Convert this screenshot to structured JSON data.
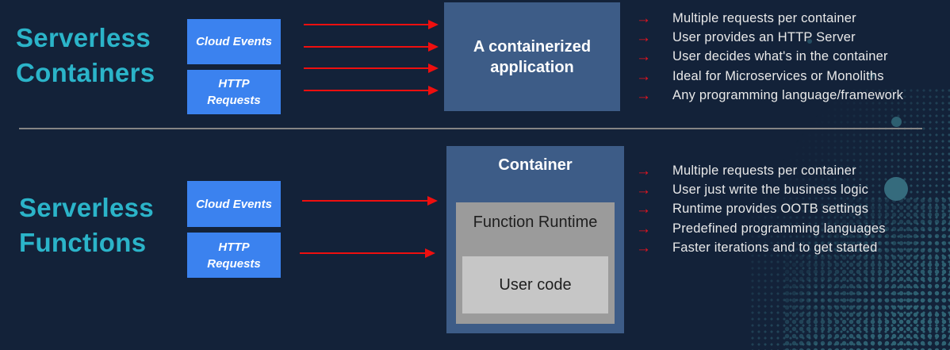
{
  "colors": {
    "background": "#132239",
    "accent_teal": "#2bb4c9",
    "source_box_blue": "#3b82ef",
    "panel_blue": "#3d5c87",
    "runtime_gray": "#9b9b9b",
    "user_code_gray": "#c6c6c6",
    "arrow_red": "#ee0f0f",
    "bullet_arrow_red": "#e8141f",
    "body_text": "#e9e9e9",
    "divider_gray": "#858585",
    "dot_teal": "#2f6374"
  },
  "bullet_icon": "→",
  "sections": {
    "containers": {
      "title_line1": "Serverless",
      "title_line2": "Containers",
      "source_boxes": [
        {
          "label": "Cloud Events"
        },
        {
          "label": "HTTP Requests"
        }
      ],
      "target_label": "A containerized application",
      "bullets": [
        "Multiple requests per container",
        "User provides an HTTP Server",
        "User decides what's in the container",
        "Ideal for Microservices or Monoliths",
        "Any programming language/framework"
      ]
    },
    "functions": {
      "title_line1": "Serverless",
      "title_line2": "Functions",
      "source_boxes": [
        {
          "label": "Cloud Events"
        },
        {
          "label": "HTTP Requests"
        }
      ],
      "container": {
        "title": "Container",
        "runtime_label": "Function Runtime",
        "user_code_label": "User code"
      },
      "bullets": [
        "Multiple requests per container",
        "User just write the business logic",
        "Runtime provides OOTB settings",
        "Predefined programming languages",
        "Faster iterations and to get started"
      ]
    }
  }
}
